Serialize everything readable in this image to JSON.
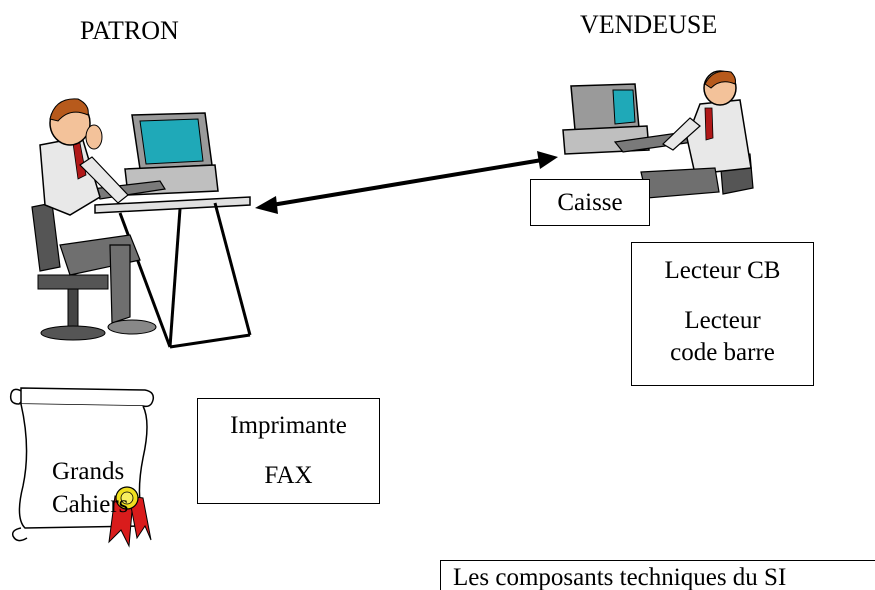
{
  "diagram": {
    "patron_label": "PATRON",
    "vendeuse_label": "VENDEUSE",
    "caisse_label": "Caisse",
    "lecteur_cb": "Lecteur CB",
    "lecteur_cb_line1": "Lecteur",
    "lecteur_cb_line2": "code barre",
    "imprimante": "Imprimante",
    "fax": "FAX",
    "scroll_line1": "Grands",
    "scroll_line2": "Cahiers",
    "caption": "Les composants techniques du SI"
  }
}
